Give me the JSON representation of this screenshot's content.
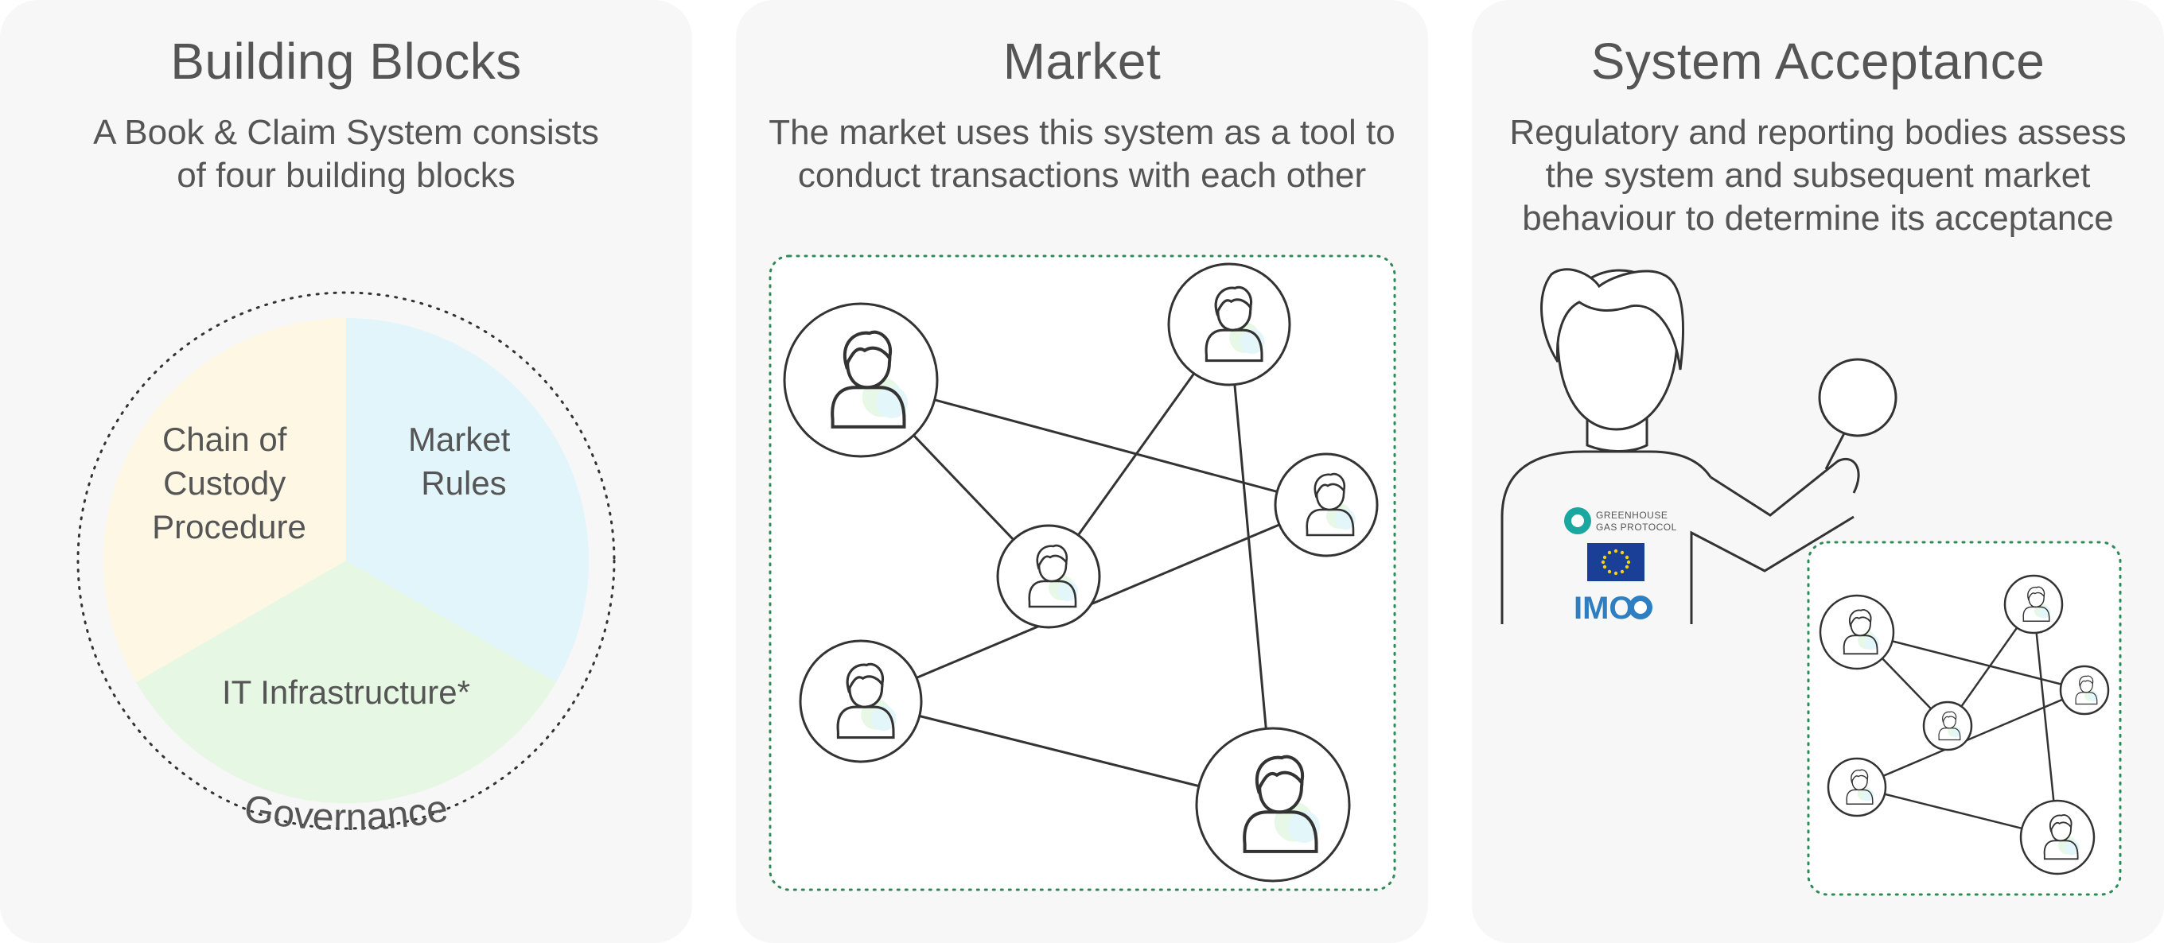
{
  "panels": [
    {
      "title": "Building Blocks",
      "description_lines": [
        "A Book & Claim System consists",
        "of four building blocks"
      ]
    },
    {
      "title": "Market",
      "description_lines": [
        "The market uses this system as a tool to",
        "conduct transactions with each other"
      ]
    },
    {
      "title": "System Acceptance",
      "description_lines": [
        "Regulatory and reporting bodies assess",
        "the system and subsequent market",
        "behaviour to determine its acceptance"
      ]
    }
  ],
  "building_blocks": {
    "segments": [
      {
        "label_lines": [
          "Chain of",
          "Custody",
          "Procedure"
        ],
        "color": "#fdf7e4"
      },
      {
        "label_lines": [
          "Market",
          "Rules"
        ],
        "color": "#e2f5fb"
      },
      {
        "label_lines": [
          "IT Infrastructure*"
        ],
        "color": "#e6f7e4"
      }
    ],
    "outer_label": "Governance"
  },
  "logos": {
    "ghg": [
      "GREENHOUSE",
      "GAS PROTOCOL"
    ],
    "imo": "IMO"
  },
  "colors": {
    "panel_bg": "#f7f7f7",
    "line": "#333333",
    "dotted_border": "#2e8b57",
    "eu_blue": "#1a3f97",
    "eu_star": "#f5d20a",
    "imo_blue": "#2d7fc2",
    "ghg_teal": "#1aa7a0"
  }
}
